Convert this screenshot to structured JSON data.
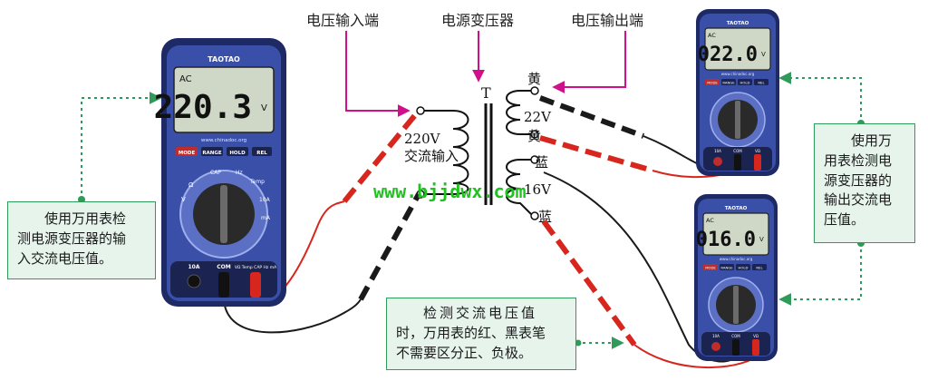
{
  "top_labels": {
    "voltage_input_terminal": "电压输入端",
    "power_transformer": "电源变压器",
    "voltage_output_terminal": "电压输出端"
  },
  "transformer": {
    "core_label": "T",
    "primary_voltage": "220V",
    "primary_caption": "交流输入",
    "secondary_top_voltage": "22V",
    "secondary_bottom_voltage": "16V",
    "wire_yellow_1": "黄",
    "wire_yellow_2": "黄",
    "wire_blue_1": "蓝",
    "wire_blue_2": "蓝"
  },
  "watermark": "www.bjjdwx.com",
  "meters": [
    {
      "brand": "TAOTAO",
      "mode": "AC",
      "reading": "220.3",
      "unit": "V",
      "website": "www.chinadoc.org",
      "buttons": [
        "MODE",
        "RANGE",
        "HOLD",
        "REL"
      ],
      "dial_labels": [
        "Hz",
        "CAP",
        "Temp",
        "10A",
        "mA",
        "V",
        "Ω"
      ],
      "jacks": [
        "10A",
        "COM",
        "VΩ Temp CAP Hz mA"
      ]
    },
    {
      "brand": "TAOTAO",
      "mode": "AC",
      "reading": "022.0",
      "unit": "V",
      "website": "www.chinadoc.org",
      "buttons": [
        "MODE",
        "RANGE",
        "HOLD",
        "REL"
      ],
      "jacks": [
        "10A",
        "COM",
        "VΩ"
      ]
    },
    {
      "brand": "TAOTAO",
      "mode": "AC",
      "reading": "016.0",
      "unit": "V",
      "website": "www.chinadoc.org",
      "buttons": [
        "MODE",
        "RANGE",
        "HOLD",
        "REL"
      ],
      "jacks": [
        "10A",
        "COM",
        "VΩ"
      ]
    }
  ],
  "notes": {
    "input_note": [
      "使用万用表检",
      "测电源变压器的输",
      "入交流电压值。"
    ],
    "output_note": [
      "使用万",
      "用表检测电",
      "源变压器的",
      "输出交流电",
      "压值。"
    ],
    "polarity_note": [
      "检测交流电压值",
      "时，万用表的红、黑表笔",
      "不需要区分正、负极。"
    ]
  },
  "colors": {
    "meter_body": "#3a4fa8",
    "meter_frame": "#1e2a66",
    "lcd": "#cfd8c6",
    "note_border": "#2f9a5a",
    "note_fill": "#e6f4ec",
    "arrow_magenta": "#d0108a",
    "probe_red": "#d7261e",
    "probe_black": "#1a1a1a"
  }
}
